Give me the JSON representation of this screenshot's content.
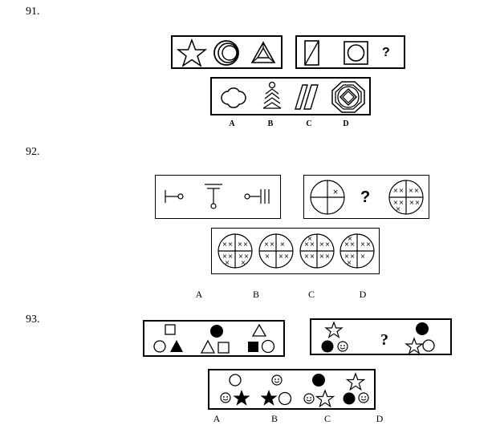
{
  "questions": [
    {
      "number": "91.",
      "question_mark": "?",
      "options": [
        "A",
        "B",
        "C",
        "D"
      ]
    },
    {
      "number": "92.",
      "question_mark": "?",
      "options": [
        "A",
        "B",
        "C",
        "D"
      ]
    },
    {
      "number": "93.",
      "question_mark": "?",
      "options": [
        "A",
        "B",
        "C",
        "D"
      ]
    }
  ],
  "icons": {
    "q91_row1": [
      "star-icon",
      "nested-circles-icon",
      "subdivided-triangle-icon"
    ],
    "q91_row2": [
      "slashed-rectangle-icon",
      "circle-in-square-icon"
    ],
    "q91_options": [
      "quatrefoil-icon",
      "stacked-chevrons-figure-icon",
      "double-parallelogram-icon",
      "nested-octagon-icon"
    ],
    "q92_row1": [
      "pin-one-bar-icon",
      "pin-two-bars-icon",
      "pin-three-bars-icon"
    ],
    "q92_row2": [
      "quartered-circle-one-x-icon",
      "quartered-circle-many-x-icon"
    ],
    "q93_row1": [
      "shapes-group-1-icon",
      "shapes-group-2-icon",
      "shapes-group-3-icon"
    ],
    "q93_row2": [
      "star-dot-smiley-group-icon",
      "dot-star-circle-group-icon"
    ]
  }
}
